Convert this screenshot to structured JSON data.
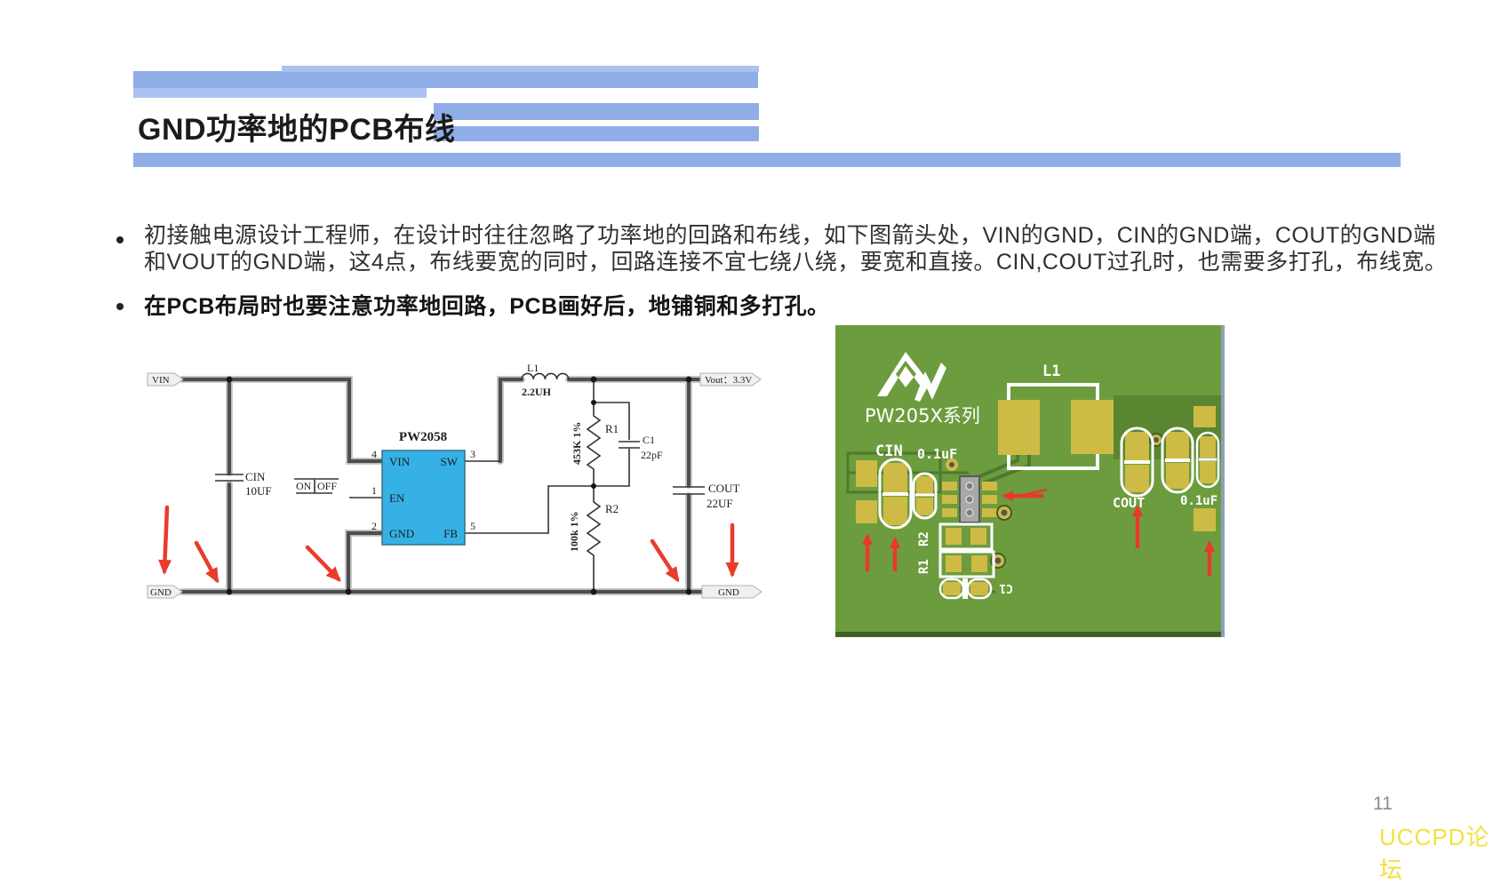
{
  "slide": {
    "title": "GND功率地的PCB布线",
    "bullet1_line1": "初接触电源设计工程师，在设计时往往忽略了功率地的回路和布线，如下图箭头处，VIN的GND，CIN的GND端，COUT的GND端",
    "bullet1_line2": "和VOUT的GND端，这4点，布线要宽的同时，回路连接不宜七绕八绕，要宽和直接。CIN,COUT过孔时，也需要多打孔，布线宽。",
    "bullet2": "在PCB布局时也要注意功率地回路，PCB画好后，地铺铜和多打孔。",
    "page_number": "11",
    "watermark": "UCCPD论坛"
  },
  "schematic": {
    "labels": {
      "vin": "VIN",
      "gnd_left": "GND",
      "gnd_right": "GND",
      "vout": "Vout：3.3V",
      "on": "ON",
      "off": "OFF"
    },
    "chip": {
      "name": "PW2058",
      "pin_vin": "VIN",
      "pin_en": "EN",
      "pin_gnd": "GND",
      "pin_sw": "SW",
      "pin_fb": "FB",
      "num_vin": "4",
      "num_en": "1",
      "num_gnd": "2",
      "num_sw": "3",
      "num_fb": "5"
    },
    "cin_ref": "CIN",
    "cin_val": "10UF",
    "l1_ref": "L1",
    "l1_val": "2.2UH",
    "r1_ref": "R1",
    "r1_val": "453K 1%",
    "r2_ref": "R2",
    "r2_val": "100k 1%",
    "c1_ref": "C1",
    "c1_val": "22pF",
    "cout_ref": "COUT",
    "cout_val": "22UF"
  },
  "pcb": {
    "brand": "PW205X系列",
    "cin": "CIN",
    "cin_val": "0.1uF",
    "l1": "L1",
    "cout": "COUT",
    "cout_val": "0.1uF",
    "r1": "R1",
    "r2": "R2",
    "c1": "C1"
  },
  "colors": {
    "bar_blue": "#8FAEE8",
    "chip_blue": "#35B1E6",
    "arrow_red": "#E93C2B",
    "pcb_green": "#6C9C3E",
    "pad_yellow": "#CDBB45",
    "silk_white": "#FFFFFF",
    "watermark_yellow": "#F2E23B",
    "page_number_gray": "#8C8C8C"
  }
}
